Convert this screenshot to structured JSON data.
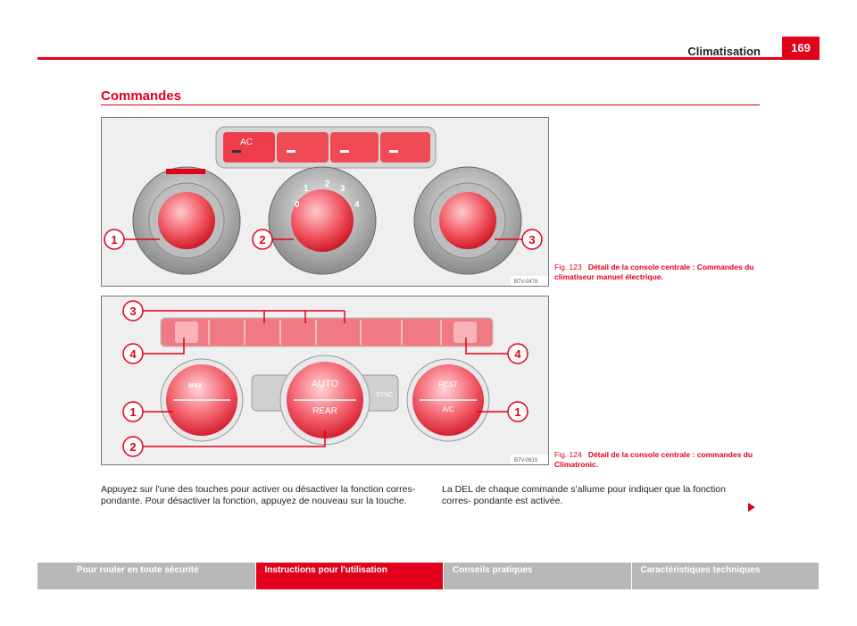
{
  "header": {
    "chapter": "Climatisation",
    "page_number": "169"
  },
  "section_title": "Commandes",
  "figures": [
    {
      "caption_number": "Fig. 123",
      "caption_text": "Détail de la console centrale : Commandes du climatiseur manuel électrique.",
      "code": "B7V-0478",
      "buttons": [
        "AC"
      ],
      "fan_scale": [
        "0",
        "1",
        "2",
        "3",
        "4"
      ],
      "callouts": [
        "1",
        "2",
        "3"
      ]
    },
    {
      "caption_number": "Fig. 124",
      "caption_text": "Détail de la console centrale : commandes du Climatronic.",
      "code": "B7V-0615",
      "knob_labels": {
        "max": "MAX",
        "auto": "AUTO",
        "rear": "REAR",
        "sync": "SYNC",
        "rest": "REST",
        "ac": "A/C"
      },
      "callouts": [
        "3",
        "4",
        "4",
        "1",
        "1",
        "2"
      ]
    }
  ],
  "body": {
    "left": "Appuyez sur l'une des touches pour activer ou désactiver la fonction corres- pondante. Pour désactiver la fonction, appuyez de nouveau sur la touche.",
    "right": "La DEL de chaque commande s'allume pour indiquer que la fonction corres- pondante est activée."
  },
  "footer_tabs": [
    "Pour rouler en toute sécurité",
    "Instructions pour l'utilisation",
    "Conseils pratiques",
    "Caractéristiques techniques"
  ],
  "colors": {
    "accent": "#e2001a",
    "footer_gray": "#b8b8b8"
  }
}
